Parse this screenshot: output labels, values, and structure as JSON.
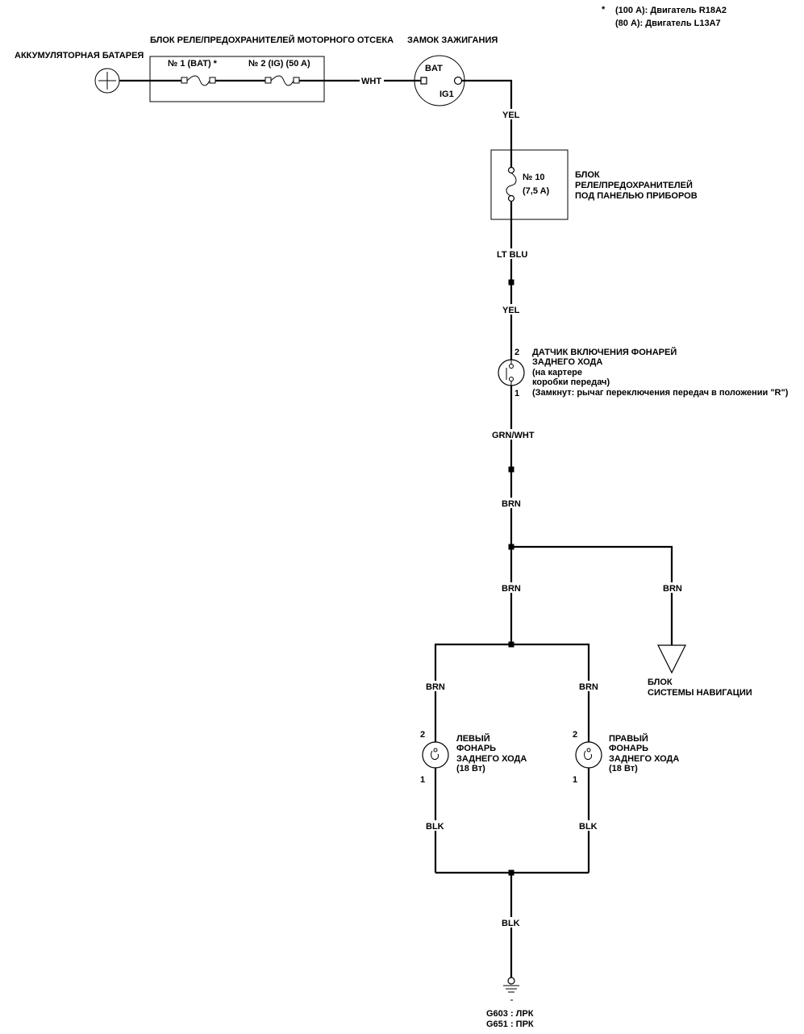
{
  "footnote": {
    "star": "*",
    "line1": "(100 А): Двигатель R18A2",
    "line2": "(80 А): Двигатель L13A7"
  },
  "battery": {
    "label": "АККУМУЛЯТОРНАЯ БАТАРЕЯ"
  },
  "engine_fuse_box": {
    "label": "БЛОК РЕЛЕ/ПРЕДОХРАНИТЕЛЕЙ МОТОРНОГО ОТСЕКА",
    "fuse1": "№ 1 (BAT) *",
    "fuse2": "№ 2 (IG) (50 A)"
  },
  "ignition": {
    "label": "ЗАМОК ЗАЖИГАНИЯ",
    "bat": "BAT",
    "ig1": "IG1"
  },
  "dash_fuse_box": {
    "label1": "БЛОК",
    "label2": "РЕЛЕ/ПРЕДОХРАНИТЕЛЕЙ",
    "label3": "ПОД ПАНЕЛЬЮ ПРИБОРОВ",
    "fuse": "№ 10",
    "rating": "(7,5 A)"
  },
  "reverse_switch": {
    "line1": "ДАТЧИК ВКЛЮЧЕНИЯ ФОНАРЕЙ",
    "line2": "ЗАДНЕГО ХОДА",
    "line3": "(на картере",
    "line4": "коробки передач)",
    "line5": "(Замкнут: рычаг переключения передач в положении \"R\")",
    "pin_top": "2",
    "pin_bottom": "1"
  },
  "left_lamp": {
    "line1": "ЛЕВЫЙ",
    "line2": "ФОНАРЬ",
    "line3": "ЗАДНЕГО ХОДА",
    "line4": "(18 Вт)",
    "pin_top": "2",
    "pin_bottom": "1"
  },
  "right_lamp": {
    "line1": "ПРАВЫЙ",
    "line2": "ФОНАРЬ",
    "line3": "ЗАДНЕГО ХОДА",
    "line4": "(18 Вт)",
    "pin_top": "2",
    "pin_bottom": "1"
  },
  "navigation": {
    "line1": "БЛОК",
    "line2": "СИСТЕМЫ НАВИГАЦИИ"
  },
  "wires": {
    "wht": "WHT",
    "yel1": "YEL",
    "ltblu": "LT BLU",
    "yel2": "YEL",
    "grnwht": "GRN/WHT",
    "brn1": "BRN",
    "brn2": "BRN",
    "brn_nav": "BRN",
    "brn_left": "BRN",
    "brn_right": "BRN",
    "blk_left": "BLK",
    "blk_right": "BLK",
    "blk_main": "BLK"
  },
  "ground": {
    "line1": "G603 : ЛРК",
    "line2": "G651 : ПРК"
  }
}
